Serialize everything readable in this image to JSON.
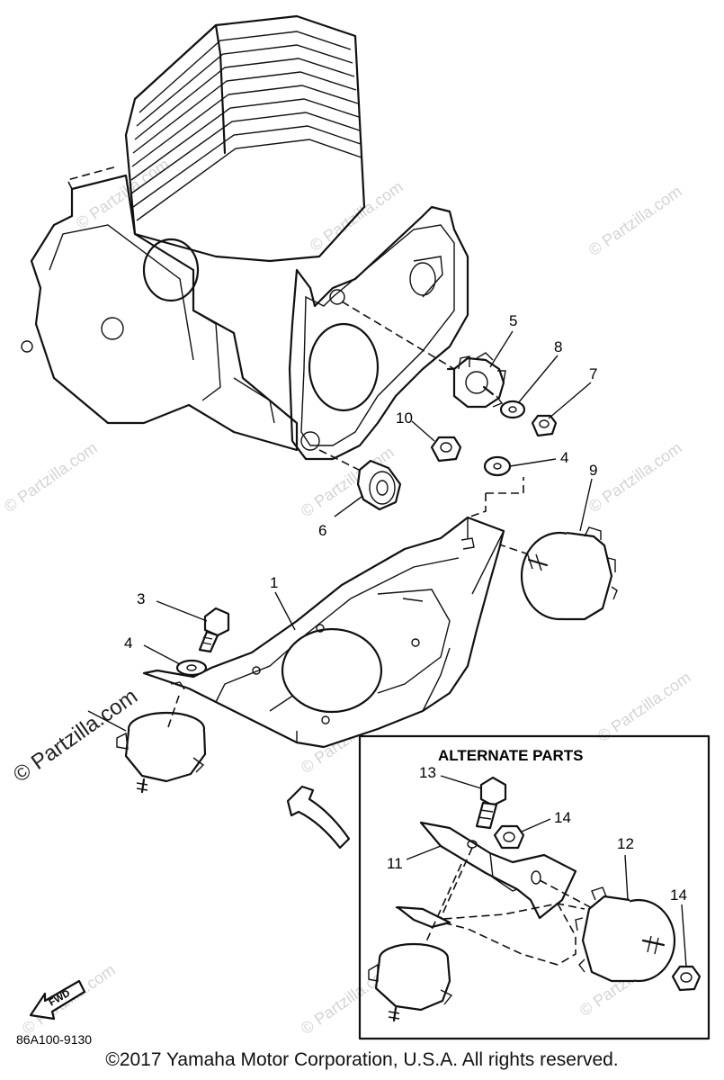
{
  "watermark": "© Partzilla.com",
  "callouts": {
    "c1": "1",
    "c3": "3",
    "c4a": "4",
    "c4b": "4",
    "c5": "5",
    "c6": "6",
    "c7": "7",
    "c8": "8",
    "c9": "9",
    "c10": "10",
    "c11": "11",
    "c12": "12",
    "c13": "13",
    "c14a": "14",
    "c14b": "14"
  },
  "alternate_parts_title": "ALTERNATE PARTS",
  "fwd_label": "FWD",
  "diagram_code": "86A100-9130",
  "copyright": "©2017  Yamaha Motor Corporation, U.S.A. All rights reserved."
}
